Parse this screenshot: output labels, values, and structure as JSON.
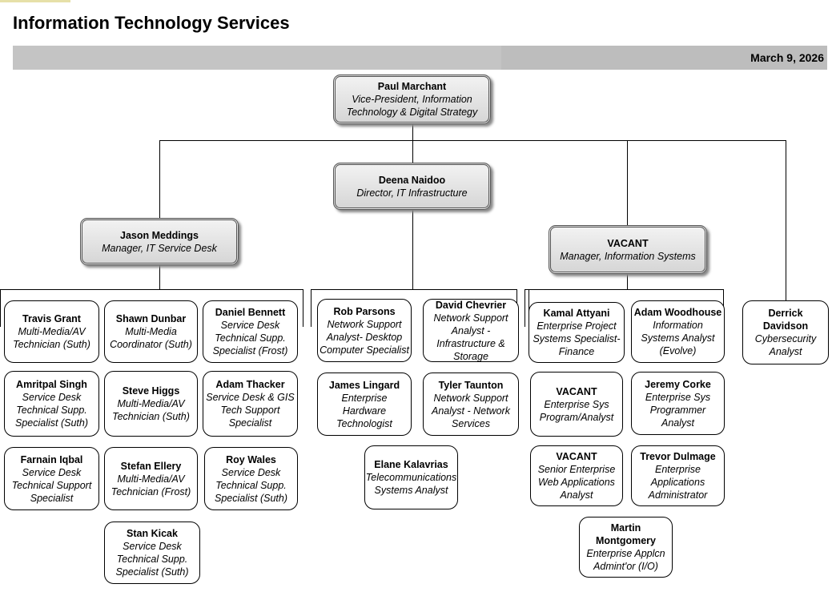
{
  "header": {
    "title": "Information Technology Services",
    "date": "March 9, 2026"
  },
  "nodes": [
    {
      "name": "Paul Marchant",
      "role": "Vice-President, Information Technology & Digital Strategy"
    },
    {
      "name": "Deena Naidoo",
      "role": "Director, IT Infrastructure"
    },
    {
      "name": "Jason Meddings",
      "role": "Manager, IT Service Desk"
    },
    {
      "name": "VACANT",
      "role": "Manager, Information Systems"
    },
    {
      "name": "Travis Grant",
      "role": "Multi-Media/AV Technician (Suth)"
    },
    {
      "name": "Shawn Dunbar",
      "role": "Multi-Media Coordinator (Suth)"
    },
    {
      "name": "Daniel Bennett",
      "role": "Service Desk Technical Supp. Specialist (Frost)"
    },
    {
      "name": "Amritpal Singh",
      "role": "Service Desk Technical Supp. Specialist (Suth)"
    },
    {
      "name": "Steve Higgs",
      "role": "Multi-Media/AV Technician (Suth)"
    },
    {
      "name": "Adam Thacker",
      "role": "Service Desk & GIS Tech Support Specialist"
    },
    {
      "name": "Farnain Iqbal",
      "role": "Service Desk Technical Support Specialist"
    },
    {
      "name": "Stefan Ellery",
      "role": "Multi-Media/AV Technician (Frost)"
    },
    {
      "name": "Roy Wales",
      "role": "Service Desk Technical Supp. Specialist (Suth)"
    },
    {
      "name": "Stan Kicak",
      "role": "Service Desk Technical Supp. Specialist (Suth)"
    },
    {
      "name": "Rob Parsons",
      "role": "Network Support Analyst- Desktop Computer Specialist"
    },
    {
      "name": "David Chevrier",
      "role": "Network Support Analyst - Infrastructure & Storage"
    },
    {
      "name": "James Lingard",
      "role": "Enterprise Hardware Technologist"
    },
    {
      "name": "Tyler Taunton",
      "role": "Network Support Analyst - Network Services"
    },
    {
      "name": "Elane Kalavrias",
      "role": "Telecommunications Systems Analyst"
    },
    {
      "name": "Kamal Attyani",
      "role": "Enterprise Project Systems Specialist-Finance"
    },
    {
      "name": "Adam Woodhouse",
      "role": "Information Systems Analyst (Evolve)"
    },
    {
      "name": "Derrick Davidson",
      "role": "Cybersecurity Analyst"
    },
    {
      "name": "VACANT",
      "role": "Enterprise Sys Program/Analyst"
    },
    {
      "name": "Jeremy Corke",
      "role": "Enterprise Sys Programmer Analyst"
    },
    {
      "name": "VACANT",
      "role": "Senior Enterprise Web Applications Analyst"
    },
    {
      "name": "Trevor Dulmage",
      "role": "Enterprise Applications Administrator"
    },
    {
      "name": "Martin Montgomery",
      "role": "Enterprise Applcn Admint'or (I/O)"
    }
  ]
}
